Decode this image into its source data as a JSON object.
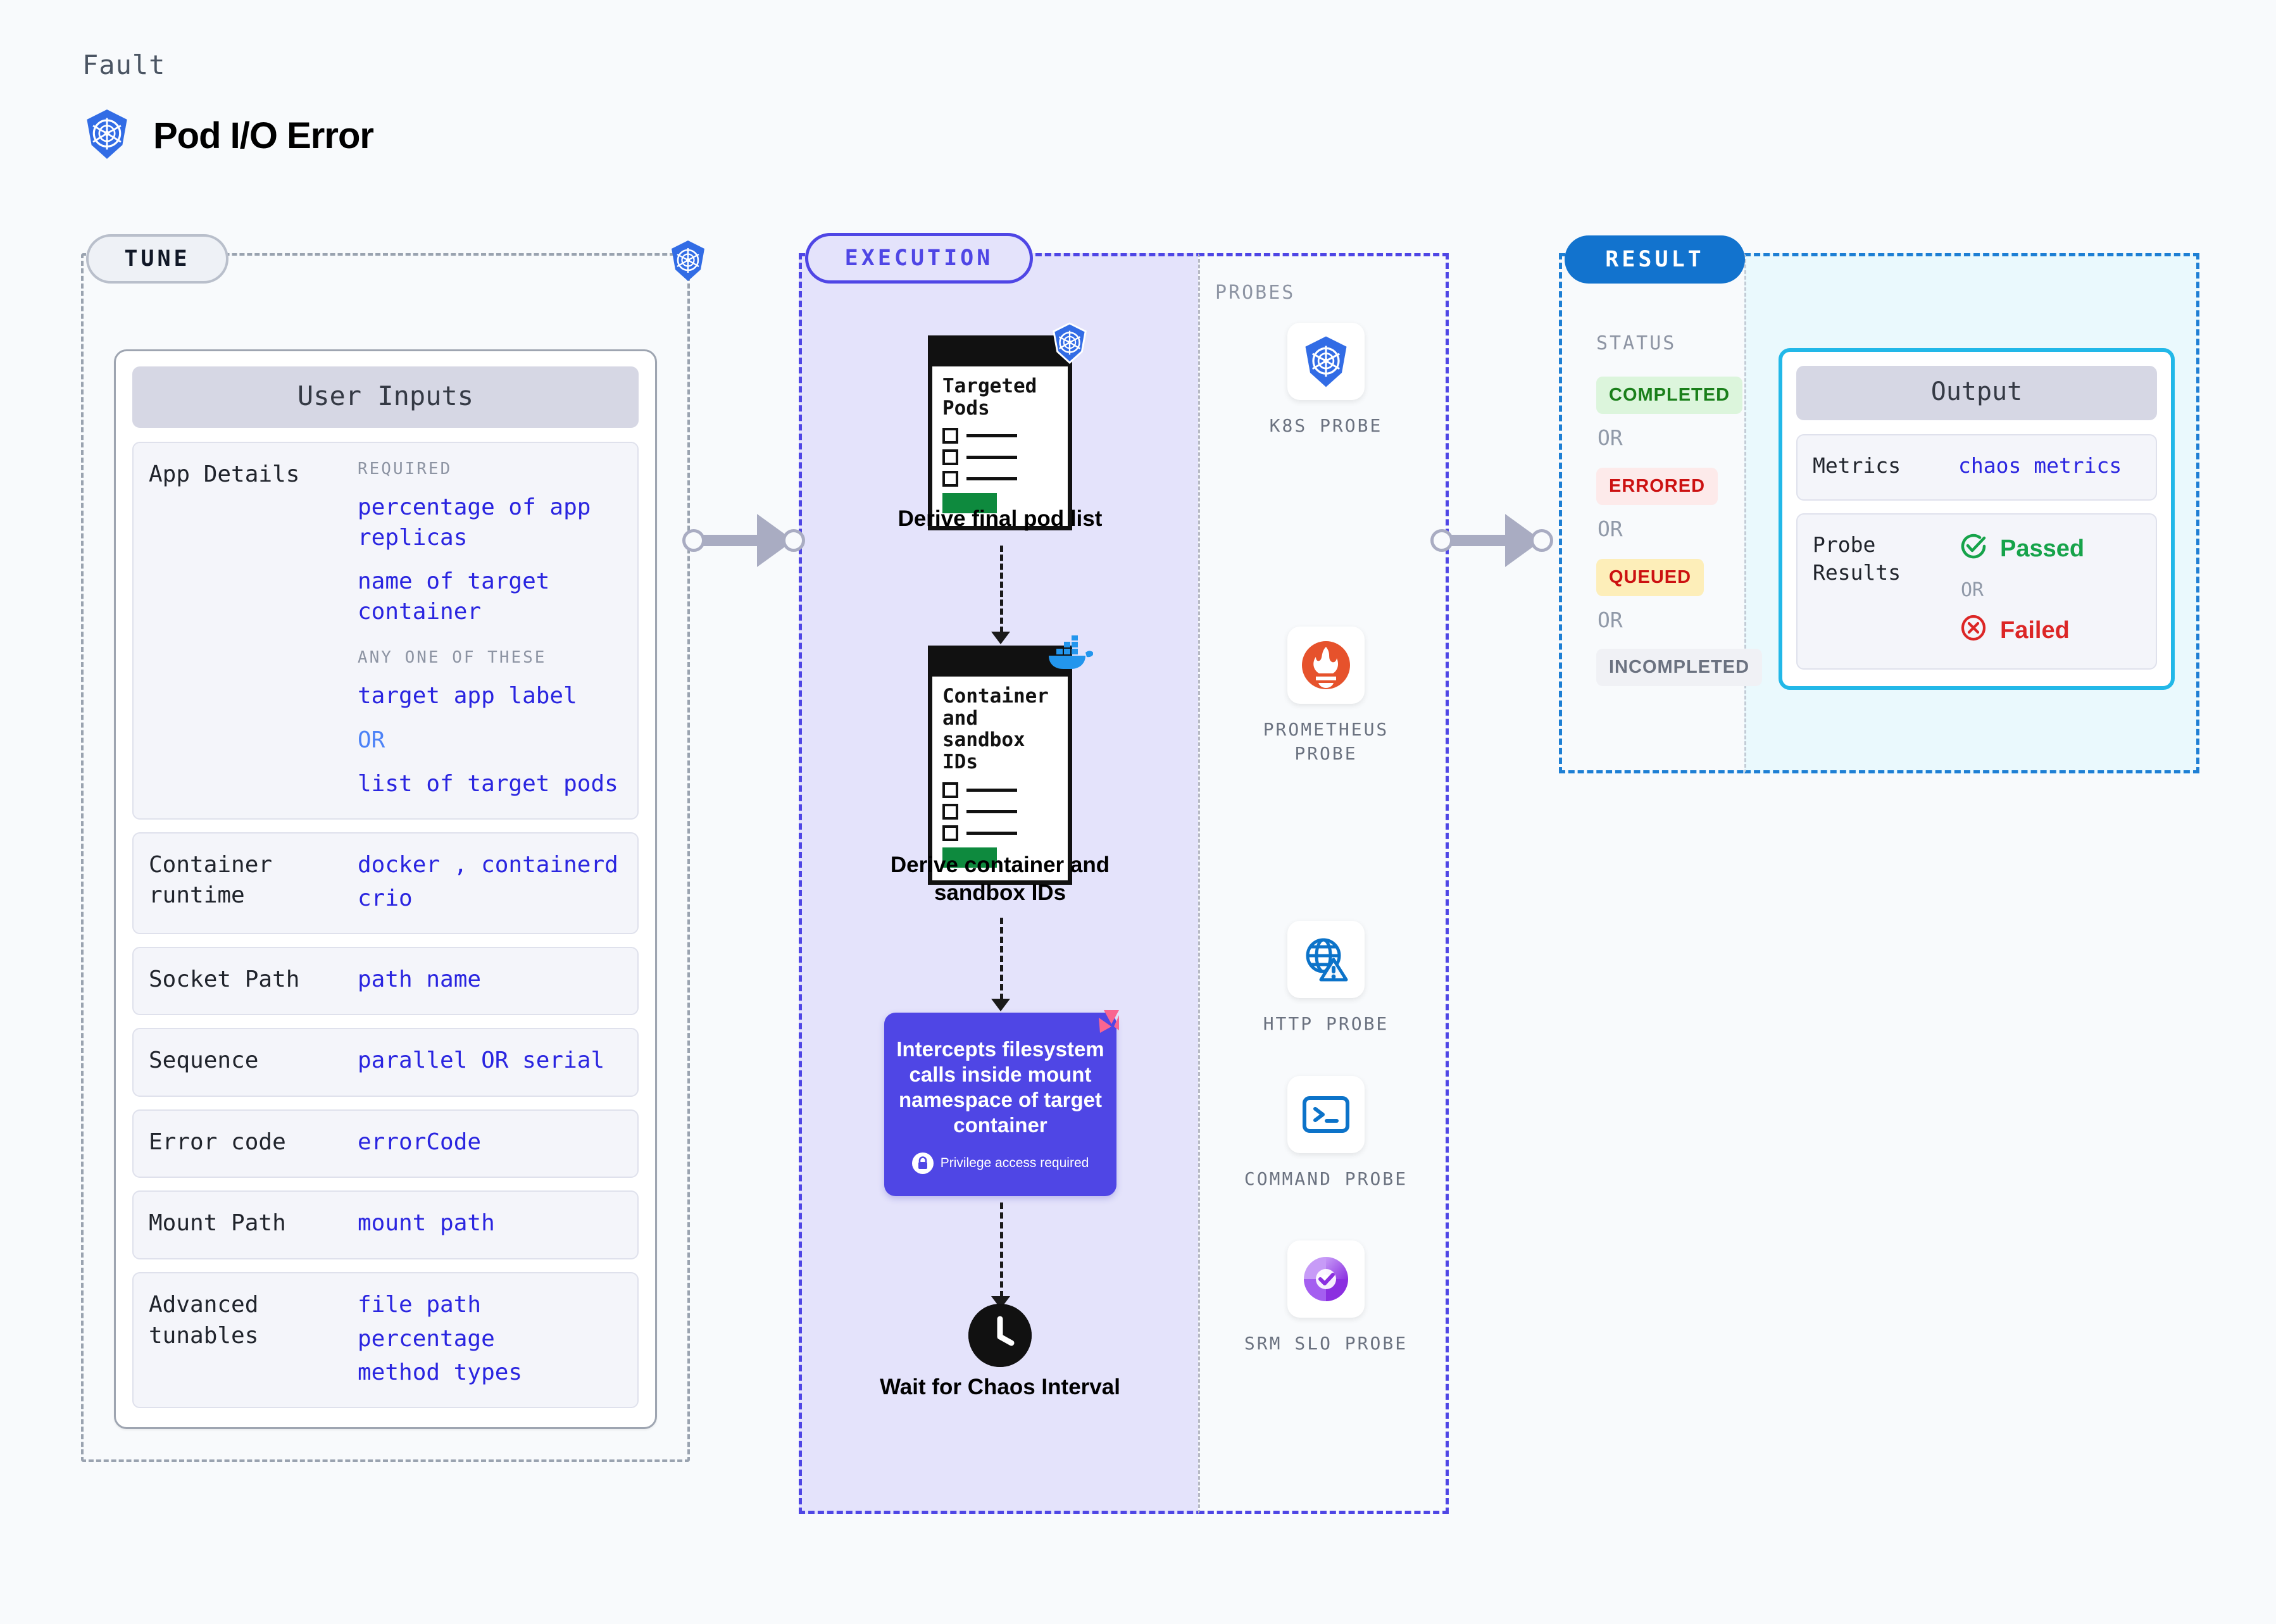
{
  "header": {
    "kicker": "Fault",
    "title": "Pod I/O Error",
    "icon": "kubernetes-icon"
  },
  "sections": {
    "tune": {
      "pill": "TUNE",
      "badge_icon": "kubernetes-icon"
    },
    "execution": {
      "pill": "EXECUTION"
    },
    "probes": {
      "kicker": "PROBES"
    },
    "result": {
      "pill": "RESULT",
      "status_kicker": "STATUS"
    }
  },
  "tune": {
    "card_title": "User Inputs",
    "rows": [
      {
        "label": "App Details",
        "groups": [
          {
            "title": "REQUIRED",
            "values": [
              "percentage of app replicas",
              "name of target container"
            ]
          },
          {
            "title": "ANY ONE OF THESE",
            "values": [
              "target app label",
              "OR",
              "list of target pods"
            ]
          }
        ]
      },
      {
        "label": "Container runtime",
        "values": [
          "docker , containerd",
          "crio"
        ]
      },
      {
        "label": "Socket Path",
        "values": [
          "path name"
        ]
      },
      {
        "label": "Sequence",
        "values": [
          "parallel OR serial"
        ]
      },
      {
        "label": "Error code",
        "values": [
          "errorCode"
        ]
      },
      {
        "label": "Mount Path",
        "values": [
          "mount path"
        ]
      },
      {
        "label": "Advanced tunables",
        "values": [
          "file path",
          "percentage",
          "method types"
        ]
      }
    ]
  },
  "execution": {
    "nodes": [
      {
        "doc_title": "Targeted Pods",
        "caption": "Derive final pod list",
        "badge_icon": "kubernetes-icon"
      },
      {
        "doc_title": "Container and sandbox IDs",
        "caption": "Derive container and sandbox IDs",
        "badge_icon": "docker-icon"
      }
    ],
    "action": {
      "text": "Intercepts filesystem calls inside mount namespace of target container",
      "note": "Privilege access required",
      "note_icon": "lock-icon",
      "corner_icon": "litmus-icon"
    },
    "wait": {
      "caption": "Wait for Chaos Interval",
      "icon": "clock-icon"
    }
  },
  "probes": [
    {
      "label": "K8S PROBE",
      "icon": "kubernetes-icon"
    },
    {
      "label": "PROMETHEUS PROBE",
      "icon": "prometheus-icon"
    },
    {
      "label": "HTTP PROBE",
      "icon": "globe-warning-icon"
    },
    {
      "label": "COMMAND PROBE",
      "icon": "terminal-icon"
    },
    {
      "label": "SRM SLO PROBE",
      "icon": "srm-slo-icon"
    }
  ],
  "result": {
    "statuses": [
      {
        "label": "COMPLETED",
        "bg": "#dcf5dc",
        "fg": "#1a7f1a"
      },
      {
        "label": "ERRORED",
        "bg": "#fdeaea",
        "fg": "#cc1111"
      },
      {
        "label": "QUEUED",
        "bg": "#fdeeb9",
        "fg": "#cc1111"
      },
      {
        "label": "INCOMPLETED",
        "bg": "#f0f1f5",
        "fg": "#6b7280"
      }
    ],
    "separator": "OR"
  },
  "output": {
    "card_title": "Output",
    "metrics_label": "Metrics",
    "metrics_value": "chaos metrics",
    "probe_label": "Probe Results",
    "passed": "Passed",
    "failed": "Failed",
    "separator": "OR",
    "pass_icon": "check-circle-icon",
    "fail_icon": "x-circle-icon"
  }
}
